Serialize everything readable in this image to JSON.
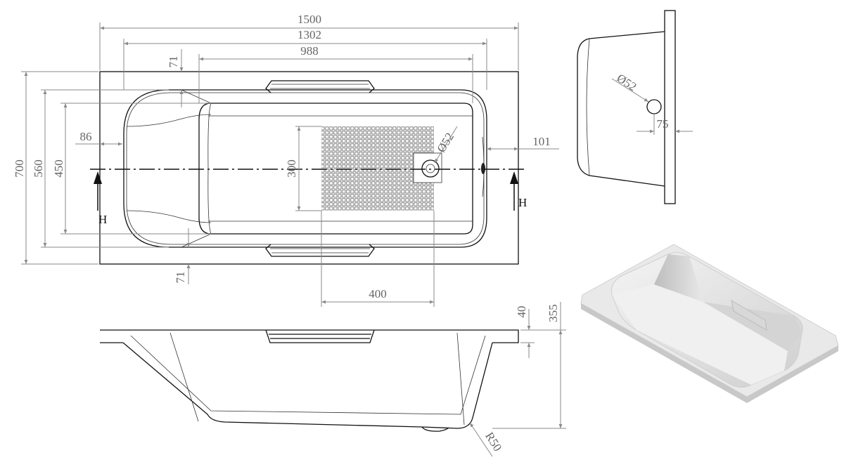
{
  "dimensions": {
    "overall_length": "1500",
    "inner_length": "1302",
    "basin_length": "988",
    "overall_width": "700",
    "inner_width": "560",
    "basin_width": "450",
    "head_rim": "86",
    "foot_rim": "101",
    "side_rim_top": "71",
    "side_rim_bottom": "71",
    "mat_width": "300",
    "mat_offset": "400",
    "drain_dia_top": "Ø52",
    "drain_dia_side": "Ø52",
    "drain_offset_side": "75",
    "rim_height": "40",
    "total_height": "355",
    "corner_radius": "R50"
  },
  "section_marks": {
    "left": "H",
    "right": "H"
  }
}
